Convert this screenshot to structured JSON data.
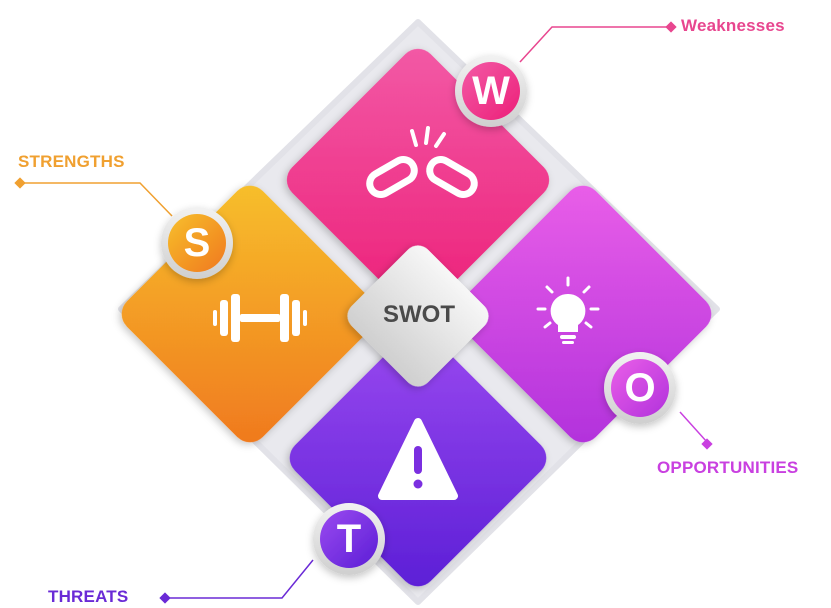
{
  "center_label": "SWOT",
  "quadrants": [
    {
      "key": "strengths",
      "letter": "S",
      "label": "STRENGTHS",
      "icon": "dumbbell-icon",
      "color": "#f39a1e",
      "label_color": "#f0a030"
    },
    {
      "key": "weaknesses",
      "letter": "W",
      "label": "Weaknesses",
      "icon": "broken-link-icon",
      "color": "#f0307f",
      "label_color": "#e8468f"
    },
    {
      "key": "opportunities",
      "letter": "O",
      "label": "OPPORTUNITIES",
      "icon": "lightbulb-icon",
      "color": "#c93be6",
      "label_color": "#c940e0"
    },
    {
      "key": "threats",
      "letter": "T",
      "label": "THREATS",
      "icon": "warning-icon",
      "color": "#7b2fe0",
      "label_color": "#6a2ad6"
    }
  ]
}
